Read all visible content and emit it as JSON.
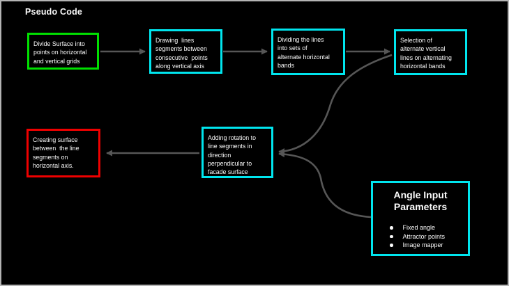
{
  "title": "Pseudo Code",
  "colors": {
    "background": "#000000",
    "frame": "#b4b4b4",
    "text": "#fafafa",
    "green": "#00e000",
    "cyan": "#00e5ee",
    "red": "#ee0000",
    "arrow": "#565656"
  },
  "nodes": [
    {
      "id": "divide-surface",
      "border": "green",
      "text": "Divide Surface into\npoints on horizontal\nand vertical grids"
    },
    {
      "id": "drawing-lines",
      "border": "cyan",
      "text": "Drawing  lines\nsegments between\nconsecutive  points\nalong vertical axis"
    },
    {
      "id": "dividing-lines",
      "border": "cyan",
      "text": "Dividing the lines\ninto sets of\nalternate horizontal\nbands"
    },
    {
      "id": "selection",
      "border": "cyan",
      "text": "Selection of\nalternate vertical\nlines on alternating\nhorizontal bands"
    },
    {
      "id": "adding-rotation",
      "border": "cyan",
      "text": "Adding rotation to\nline segments in\ndirection\nperpendicular to\nfacade surface"
    },
    {
      "id": "creating-surface",
      "border": "red",
      "text": "Creating surface\nbetween  the line\nsegments on\nhorizontal axis."
    },
    {
      "id": "angle-input-parameters",
      "border": "cyan",
      "title": "Angle Input\nParameters",
      "bullets": [
        "Fixed angle",
        "Attractor points",
        "Image mapper"
      ]
    }
  ],
  "edges": [
    {
      "from": "divide-surface",
      "to": "drawing-lines"
    },
    {
      "from": "drawing-lines",
      "to": "dividing-lines"
    },
    {
      "from": "dividing-lines",
      "to": "selection"
    },
    {
      "from": "selection",
      "to": "adding-rotation"
    },
    {
      "from": "angle-input-parameters",
      "to": "adding-rotation"
    },
    {
      "from": "adding-rotation",
      "to": "creating-surface"
    }
  ]
}
